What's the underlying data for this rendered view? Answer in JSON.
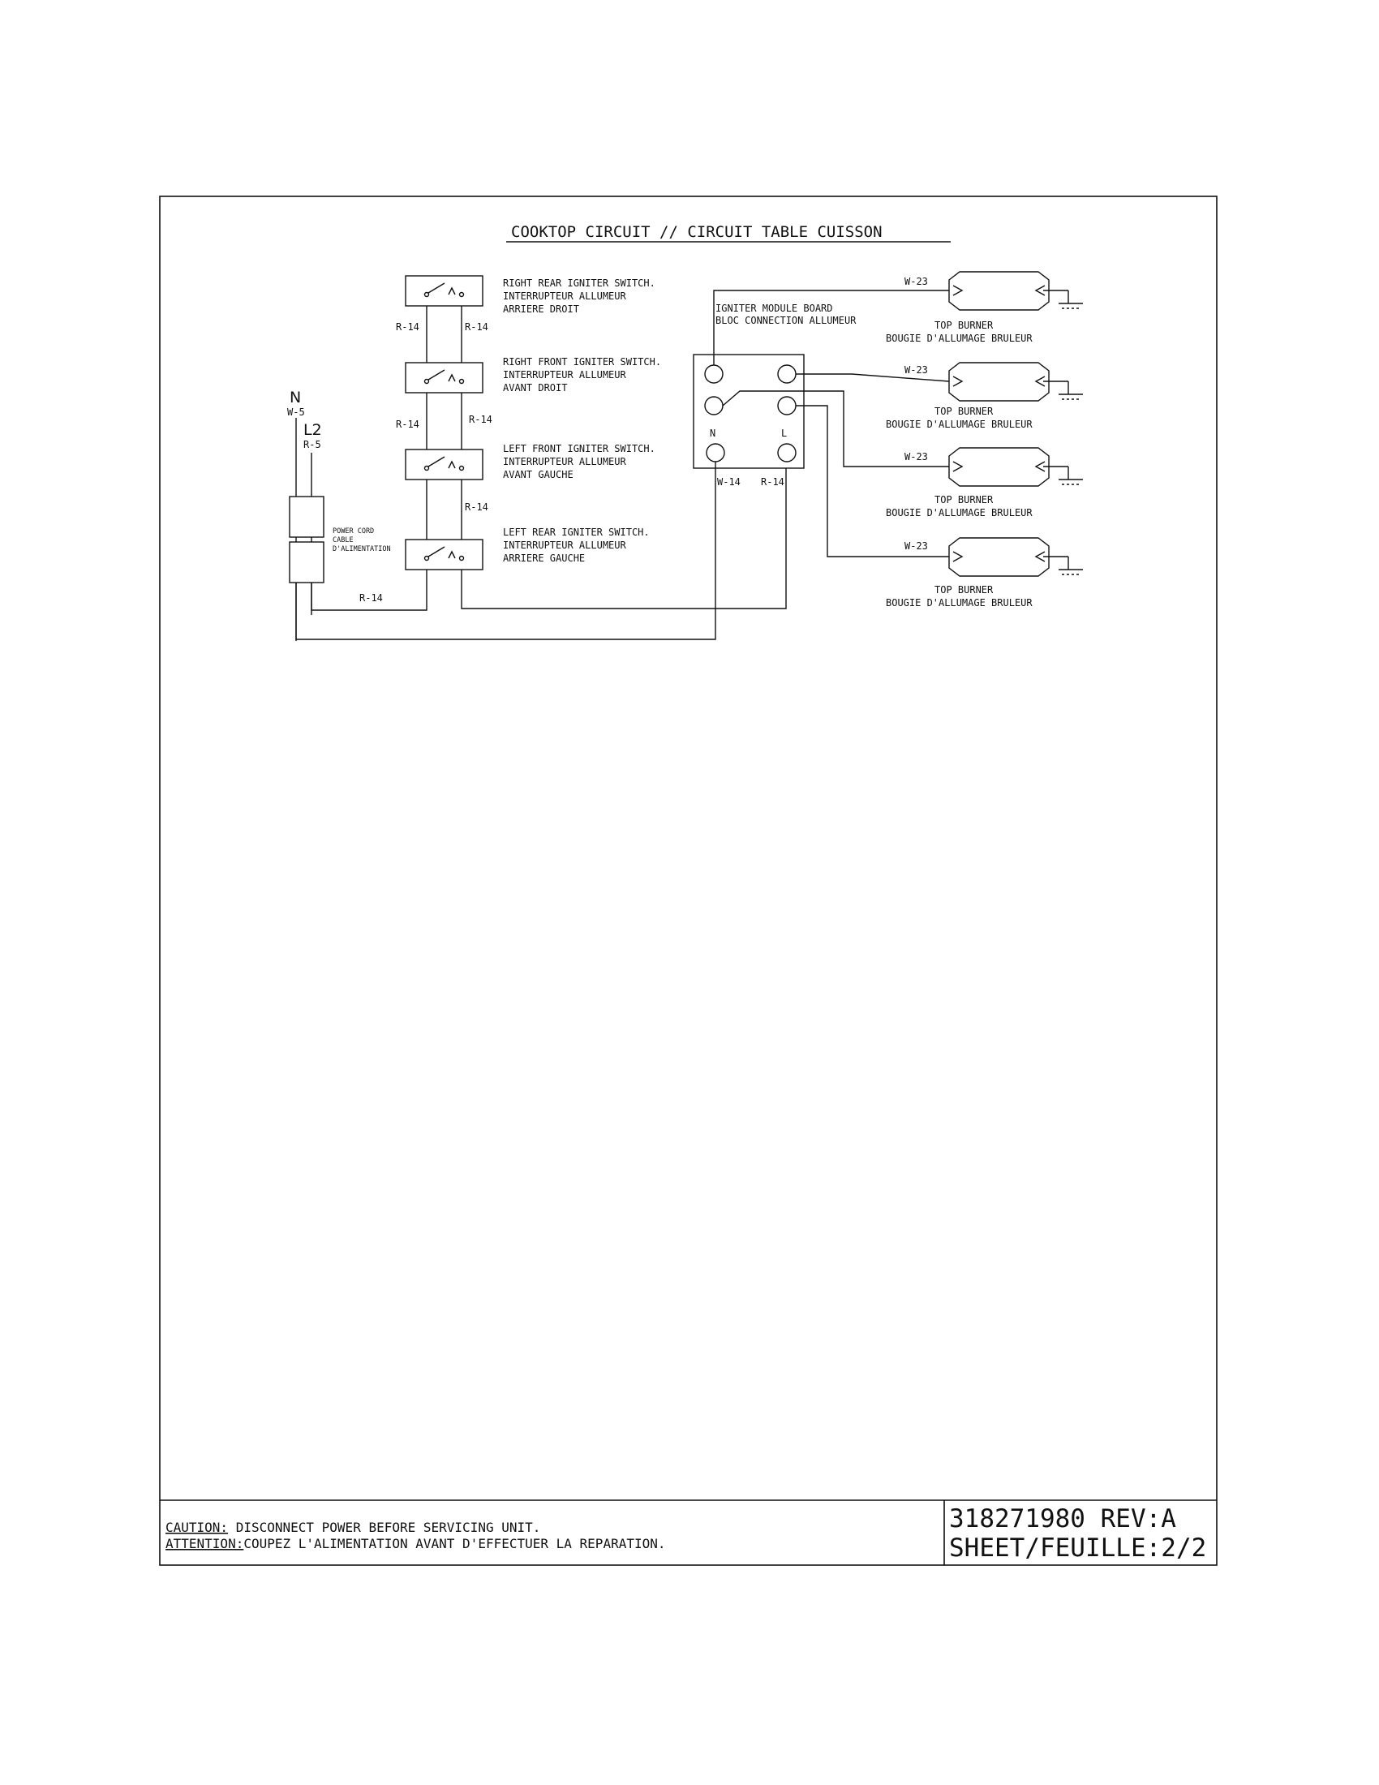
{
  "title": "COOKTOP CIRCUIT // CIRCUIT TABLE CUISSON",
  "power_inputs": {
    "neutral": {
      "label": "N",
      "wire": "W-5"
    },
    "line": {
      "label": "L2",
      "wire": "R-5"
    }
  },
  "power_cord": {
    "lines": [
      "POWER CORD",
      "CABLE",
      "D'ALIMENTATION"
    ]
  },
  "switches": [
    {
      "lines": [
        "RIGHT REAR IGNITER SWITCH.",
        "INTERRUPTEUR ALLUMEUR",
        "ARRIERE DROIT"
      ]
    },
    {
      "lines": [
        "RIGHT FRONT IGNITER SWITCH.",
        "INTERRUPTEUR ALLUMEUR",
        "AVANT DROIT"
      ]
    },
    {
      "lines": [
        "LEFT FRONT IGNITER SWITCH.",
        "INTERRUPTEUR ALLUMEUR",
        "AVANT GAUCHE"
      ]
    },
    {
      "lines": [
        "LEFT REAR IGNITER SWITCH.",
        "INTERRUPTEUR ALLUMEUR",
        "ARRIERE GAUCHE"
      ]
    }
  ],
  "wire_labels": {
    "switch_rear_left": "R-14",
    "switch_rear_right": "R-14",
    "switch_front_left": "R-14",
    "switch_front_right": "R-14",
    "switch_left_front_right": "R-14",
    "cord_to_switch": "R-14",
    "module_n": "W-14",
    "module_l": "R-14"
  },
  "igniter_module": {
    "lines": [
      "IGNITER MODULE BOARD",
      "BLOC CONNECTION ALLUMEUR"
    ],
    "terminal_n": "N",
    "terminal_l": "L"
  },
  "burners": [
    {
      "wire": "W-23",
      "lines": [
        "TOP BURNER",
        "BOUGIE D'ALLUMAGE BRULEUR"
      ]
    },
    {
      "wire": "W-23",
      "lines": [
        "TOP BURNER",
        "BOUGIE D'ALLUMAGE BRULEUR"
      ]
    },
    {
      "wire": "W-23",
      "lines": [
        "TOP BURNER",
        "BOUGIE D'ALLUMAGE BRULEUR"
      ]
    },
    {
      "wire": "W-23",
      "lines": [
        "TOP BURNER",
        "BOUGIE D'ALLUMAGE BRULEUR"
      ]
    }
  ],
  "footer": {
    "caution_label": "CAUTION:",
    "caution_text": " DISCONNECT POWER BEFORE SERVICING UNIT.",
    "attention_label": "ATTENTION:",
    "attention_text": "COUPEZ L'ALIMENTATION AVANT D'EFFECTUER LA REPARATION.",
    "part_number": "318271980 REV:A",
    "sheet": "SHEET/FEUILLE:2/2"
  }
}
